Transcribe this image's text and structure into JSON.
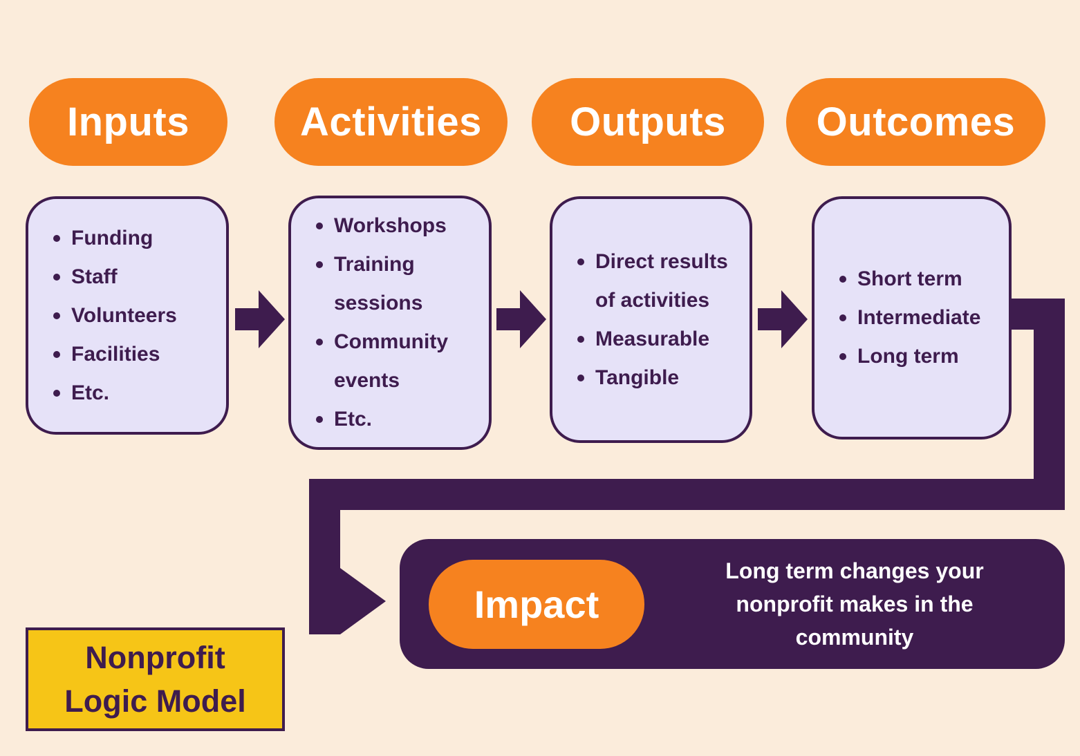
{
  "diagram_title": "Nonprofit Logic Model",
  "colors": {
    "background": "#FBECDB",
    "orange": "#F6821F",
    "dark_purple": "#3E1C4E",
    "lavender": "#E6E2F8",
    "yellow": "#F6C517",
    "white": "#FFFFFF"
  },
  "columns": [
    {
      "header": "Inputs",
      "items": [
        "Funding",
        "Staff",
        "Volunteers",
        "Facilities",
        "Etc."
      ]
    },
    {
      "header": "Activities",
      "items": [
        "Workshops",
        "Training sessions",
        "Community events",
        "Etc."
      ]
    },
    {
      "header": "Outputs",
      "items": [
        "Direct results of activities",
        "Measurable",
        "Tangible"
      ]
    },
    {
      "header": "Outcomes",
      "items": [
        "Short term",
        "Intermediate",
        "Long term"
      ]
    }
  ],
  "impact": {
    "label": "Impact",
    "description": "Long term changes your nonprofit makes in the community"
  },
  "footer": {
    "label": "Nonprofit\nLogic Model"
  }
}
